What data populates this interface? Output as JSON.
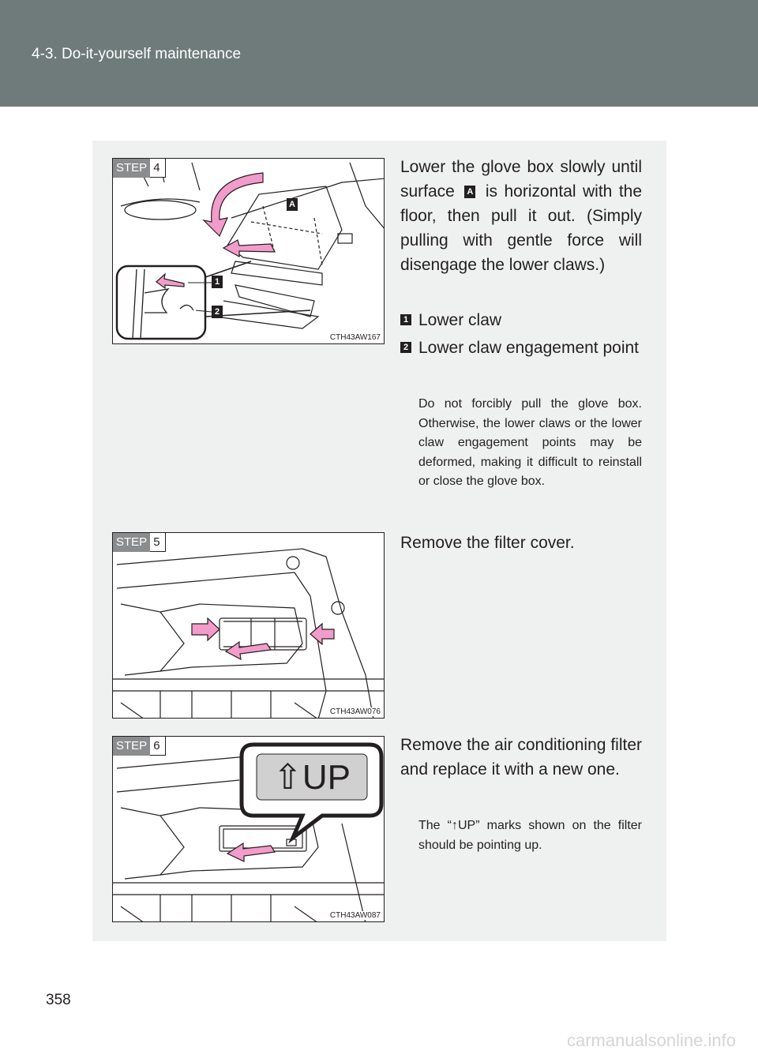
{
  "header": {
    "section": "4-3. Do-it-yourself maintenance"
  },
  "steps": [
    {
      "step_word": "STEP",
      "step_num": "4",
      "image_code": "CTH43AW167",
      "callouts": [
        "A",
        "1",
        "2"
      ],
      "text_before": "Lower the glove box slowly until surface",
      "text_marker": "A",
      "text_after": "is horizontal with the floor, then pull it out. (Simply pulling with gentle force will disengage the lower claws.)",
      "legend": [
        {
          "marker": "1",
          "label": "Lower claw"
        },
        {
          "marker": "2",
          "label": "Lower claw engagement point"
        }
      ],
      "note": "Do not forcibly pull the glove box. Otherwise, the lower claws or the lower claw engagement points may be deformed, making it difficult to reinstall or close the glove box."
    },
    {
      "step_word": "STEP",
      "step_num": "5",
      "image_code": "CTH43AW076",
      "text": "Remove the filter cover."
    },
    {
      "step_word": "STEP",
      "step_num": "6",
      "image_code": "CTH43AW087",
      "callout_label": "⇧UP",
      "text": "Remove the air conditioning filter and replace it with a new one.",
      "note": "The “↑UP” marks shown on the filter should be pointing up."
    }
  ],
  "page_number": "358",
  "watermark": "carmanualsonline.info",
  "colors": {
    "header": "#6e7b7a",
    "panel": "#eff0f0",
    "arrow": "#f29ccb",
    "text": "#231f20"
  }
}
